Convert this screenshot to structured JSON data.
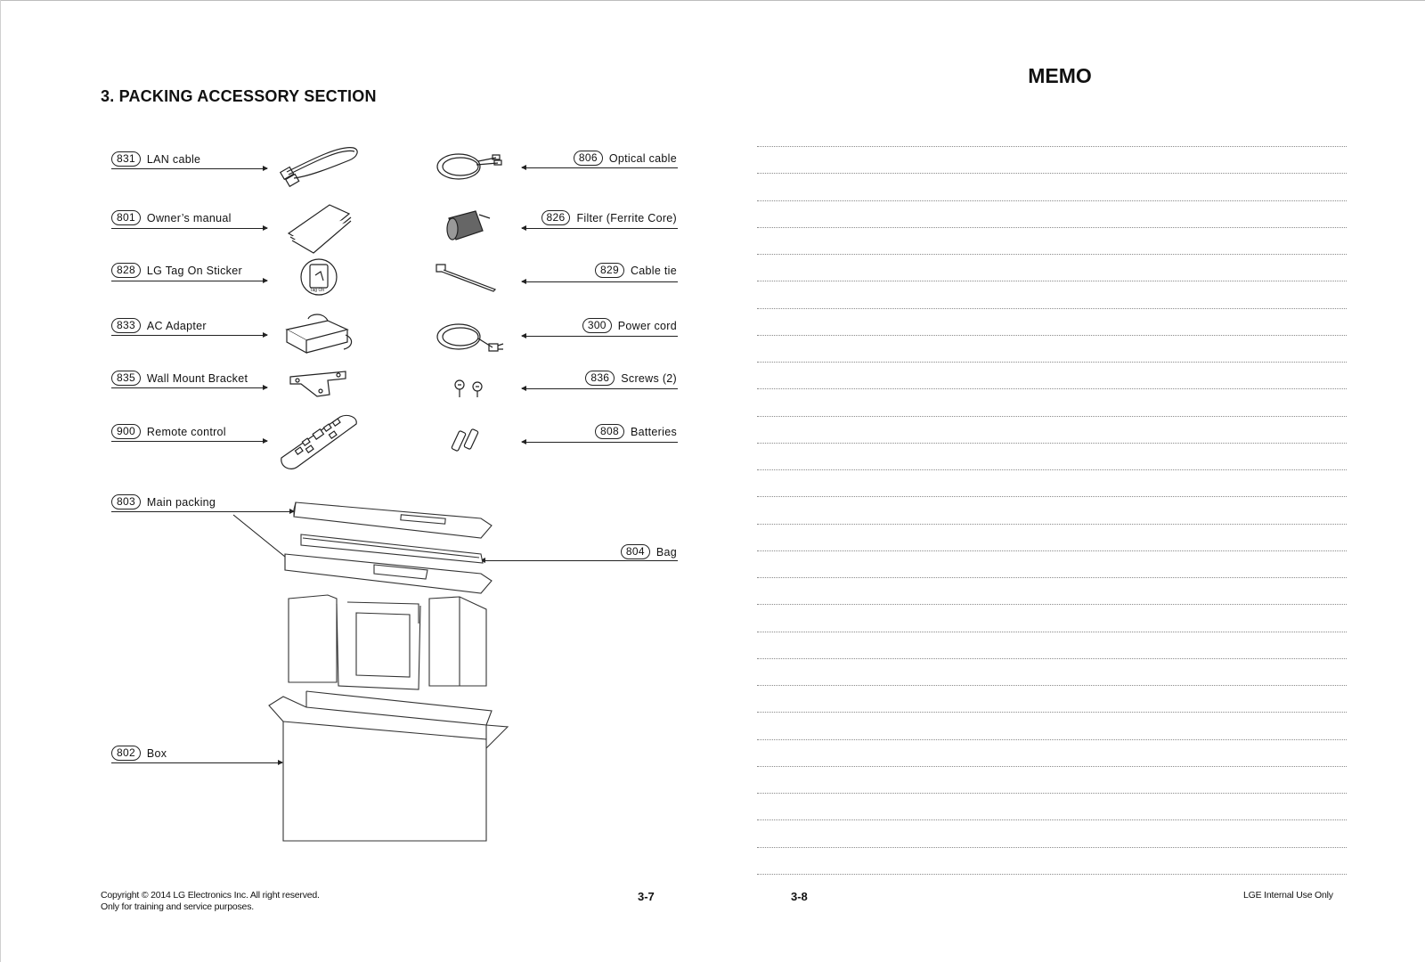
{
  "section_title": "3. PACKING ACCESSORY SECTION",
  "memo_title": "MEMO",
  "callouts_left": [
    {
      "num": "831",
      "label": "LAN cable",
      "icon": "lan-cable-icon"
    },
    {
      "num": "801",
      "label": "Owner’s manual",
      "icon": "manual-icon"
    },
    {
      "num": "828",
      "label": "LG Tag On Sticker",
      "icon": "tag-on-sticker-icon"
    },
    {
      "num": "833",
      "label": "AC Adapter",
      "icon": "ac-adapter-icon"
    },
    {
      "num": "835",
      "label": "Wall Mount Bracket",
      "icon": "wall-bracket-icon"
    },
    {
      "num": "900",
      "label": "Remote control",
      "icon": "remote-icon"
    }
  ],
  "callouts_right": [
    {
      "num": "806",
      "label": "Optical cable",
      "icon": "optical-cable-icon"
    },
    {
      "num": "826",
      "label": "Filter (Ferrite Core)",
      "icon": "ferrite-core-icon"
    },
    {
      "num": "829",
      "label": "Cable tie",
      "icon": "cable-tie-icon"
    },
    {
      "num": "300",
      "label": "Power cord",
      "icon": "power-cord-icon"
    },
    {
      "num": "836",
      "label": "Screws (2)",
      "icon": "screws-icon"
    },
    {
      "num": "808",
      "label": "Batteries",
      "icon": "batteries-icon"
    }
  ],
  "packing": {
    "main": {
      "num": "803",
      "label": "Main packing"
    },
    "bag": {
      "num": "804",
      "label": "Bag"
    },
    "box": {
      "num": "802",
      "label": "Box"
    }
  },
  "sticker_text": "Tag On",
  "footer": {
    "copyright": "Copyright © 2014 LG Electronics Inc. All right reserved.",
    "purpose": "Only for training and service purposes.",
    "page_left": "3-7",
    "page_right": "3-8",
    "internal": "LGE Internal Use Only"
  }
}
